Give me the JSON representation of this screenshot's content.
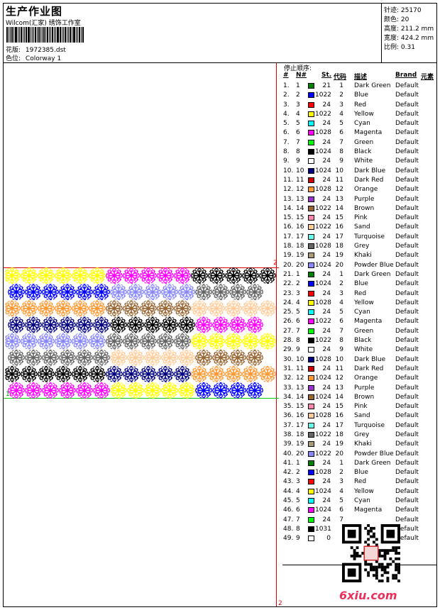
{
  "header": {
    "title": "生产作业图",
    "studio": "Wilcom(汇家) 绣饰工作室",
    "pattern_label": "花版:",
    "pattern_value": "1972385.dst",
    "colorway_label": "色位:",
    "colorway_value": "Colorway 1"
  },
  "stats": {
    "stitches_label": "针迹:",
    "stitches_value": "25170",
    "colors_label": "颜色:",
    "colors_value": "20",
    "height_label": "高度:",
    "height_value": "211.2 mm",
    "width_label": "宽度:",
    "width_value": "424.2 mm",
    "scale_label": "比例:",
    "scale_value": "0.31"
  },
  "stop_sequence": {
    "title": "停止顺序:",
    "headers": {
      "idx": "#",
      "n": "N#",
      "st": "St.",
      "code": "代码",
      "desc": "描述",
      "brand": "Brand",
      "element": "元素"
    },
    "rows": [
      {
        "idx": "1.",
        "n": "1",
        "color": "#008000",
        "st": "21",
        "code": "1",
        "desc": "Dark Green",
        "brand": "Default"
      },
      {
        "idx": "2.",
        "n": "2",
        "color": "#0000ff",
        "st": "1022",
        "code": "2",
        "desc": "Blue",
        "brand": "Default"
      },
      {
        "idx": "3.",
        "n": "3",
        "color": "#ff0000",
        "st": "24",
        "code": "3",
        "desc": "Red",
        "brand": "Default"
      },
      {
        "idx": "4.",
        "n": "4",
        "color": "#ffff00",
        "st": "1022",
        "code": "4",
        "desc": "Yellow",
        "brand": "Default"
      },
      {
        "idx": "5.",
        "n": "5",
        "color": "#00ffff",
        "st": "24",
        "code": "5",
        "desc": "Cyan",
        "brand": "Default"
      },
      {
        "idx": "6.",
        "n": "6",
        "color": "#ff00ff",
        "st": "1028",
        "code": "6",
        "desc": "Magenta",
        "brand": "Default"
      },
      {
        "idx": "7.",
        "n": "7",
        "color": "#00ff00",
        "st": "24",
        "code": "7",
        "desc": "Green",
        "brand": "Default"
      },
      {
        "idx": "8.",
        "n": "8",
        "color": "#000000",
        "st": "1024",
        "code": "8",
        "desc": "Black",
        "brand": "Default"
      },
      {
        "idx": "9.",
        "n": "9",
        "color": "#ffffff",
        "st": "24",
        "code": "9",
        "desc": "White",
        "brand": "Default"
      },
      {
        "idx": "10.",
        "n": "10",
        "color": "#000080",
        "st": "1024",
        "code": "10",
        "desc": "Dark Blue",
        "brand": "Default"
      },
      {
        "idx": "11.",
        "n": "11",
        "color": "#cc0000",
        "st": "24",
        "code": "11",
        "desc": "Dark Red",
        "brand": "Default"
      },
      {
        "idx": "12.",
        "n": "12",
        "color": "#ff9933",
        "st": "1028",
        "code": "12",
        "desc": "Orange",
        "brand": "Default"
      },
      {
        "idx": "13.",
        "n": "13",
        "color": "#9933cc",
        "st": "24",
        "code": "13",
        "desc": "Purple",
        "brand": "Default"
      },
      {
        "idx": "14.",
        "n": "14",
        "color": "#996633",
        "st": "1022",
        "code": "14",
        "desc": "Brown",
        "brand": "Default"
      },
      {
        "idx": "15.",
        "n": "15",
        "color": "#ff88aa",
        "st": "24",
        "code": "15",
        "desc": "Pink",
        "brand": "Default"
      },
      {
        "idx": "16.",
        "n": "16",
        "color": "#ffcc99",
        "st": "1022",
        "code": "16",
        "desc": "Sand",
        "brand": "Default"
      },
      {
        "idx": "17.",
        "n": "17",
        "color": "#66ffee",
        "st": "24",
        "code": "17",
        "desc": "Turquoise",
        "brand": "Default"
      },
      {
        "idx": "18.",
        "n": "18",
        "color": "#666666",
        "st": "1028",
        "code": "18",
        "desc": "Grey",
        "brand": "Default"
      },
      {
        "idx": "19.",
        "n": "19",
        "color": "#aa9977",
        "st": "24",
        "code": "19",
        "desc": "Khaki",
        "brand": "Default"
      },
      {
        "idx": "20.",
        "n": "20",
        "color": "#8888ff",
        "st": "1024",
        "code": "20",
        "desc": "Powder Blue",
        "brand": "Default"
      },
      {
        "idx": "21.",
        "n": "1",
        "color": "#008000",
        "st": "24",
        "code": "1",
        "desc": "Dark Green",
        "brand": "Default"
      },
      {
        "idx": "22.",
        "n": "2",
        "color": "#0000ff",
        "st": "1024",
        "code": "2",
        "desc": "Blue",
        "brand": "Default"
      },
      {
        "idx": "23.",
        "n": "3",
        "color": "#ff0000",
        "st": "24",
        "code": "3",
        "desc": "Red",
        "brand": "Default"
      },
      {
        "idx": "24.",
        "n": "4",
        "color": "#ffff00",
        "st": "1028",
        "code": "4",
        "desc": "Yellow",
        "brand": "Default"
      },
      {
        "idx": "25.",
        "n": "5",
        "color": "#00ffff",
        "st": "24",
        "code": "5",
        "desc": "Cyan",
        "brand": "Default"
      },
      {
        "idx": "26.",
        "n": "6",
        "color": "#ff00ff",
        "st": "1022",
        "code": "6",
        "desc": "Magenta",
        "brand": "Default"
      },
      {
        "idx": "27.",
        "n": "7",
        "color": "#00ff00",
        "st": "24",
        "code": "7",
        "desc": "Green",
        "brand": "Default"
      },
      {
        "idx": "28.",
        "n": "8",
        "color": "#000000",
        "st": "1022",
        "code": "8",
        "desc": "Black",
        "brand": "Default"
      },
      {
        "idx": "29.",
        "n": "9",
        "color": "#ffffff",
        "st": "24",
        "code": "9",
        "desc": "White",
        "brand": "Default"
      },
      {
        "idx": "30.",
        "n": "10",
        "color": "#000080",
        "st": "1028",
        "code": "10",
        "desc": "Dark Blue",
        "brand": "Default"
      },
      {
        "idx": "31.",
        "n": "11",
        "color": "#cc0000",
        "st": "24",
        "code": "11",
        "desc": "Dark Red",
        "brand": "Default"
      },
      {
        "idx": "32.",
        "n": "12",
        "color": "#ff9933",
        "st": "1024",
        "code": "12",
        "desc": "Orange",
        "brand": "Default"
      },
      {
        "idx": "33.",
        "n": "13",
        "color": "#9933cc",
        "st": "24",
        "code": "13",
        "desc": "Purple",
        "brand": "Default"
      },
      {
        "idx": "34.",
        "n": "14",
        "color": "#996633",
        "st": "1024",
        "code": "14",
        "desc": "Brown",
        "brand": "Default"
      },
      {
        "idx": "35.",
        "n": "15",
        "color": "#ff88aa",
        "st": "24",
        "code": "15",
        "desc": "Pink",
        "brand": "Default"
      },
      {
        "idx": "36.",
        "n": "16",
        "color": "#ffcc99",
        "st": "1028",
        "code": "16",
        "desc": "Sand",
        "brand": "Default"
      },
      {
        "idx": "37.",
        "n": "17",
        "color": "#66ffee",
        "st": "24",
        "code": "17",
        "desc": "Turquoise",
        "brand": "Default"
      },
      {
        "idx": "38.",
        "n": "18",
        "color": "#666666",
        "st": "1022",
        "code": "18",
        "desc": "Grey",
        "brand": "Default"
      },
      {
        "idx": "39.",
        "n": "19",
        "color": "#aa9977",
        "st": "24",
        "code": "19",
        "desc": "Khaki",
        "brand": "Default"
      },
      {
        "idx": "40.",
        "n": "20",
        "color": "#8888ff",
        "st": "1022",
        "code": "20",
        "desc": "Powder Blue",
        "brand": "Default"
      },
      {
        "idx": "41.",
        "n": "1",
        "color": "#008000",
        "st": "24",
        "code": "1",
        "desc": "Dark Green",
        "brand": "Default"
      },
      {
        "idx": "42.",
        "n": "2",
        "color": "#0000ff",
        "st": "1028",
        "code": "2",
        "desc": "Blue",
        "brand": "Default"
      },
      {
        "idx": "43.",
        "n": "3",
        "color": "#ff0000",
        "st": "24",
        "code": "3",
        "desc": "Red",
        "brand": "Default"
      },
      {
        "idx": "44.",
        "n": "4",
        "color": "#ffff00",
        "st": "1024",
        "code": "4",
        "desc": "Yellow",
        "brand": "Default"
      },
      {
        "idx": "45.",
        "n": "5",
        "color": "#00ffff",
        "st": "24",
        "code": "5",
        "desc": "Cyan",
        "brand": "Default"
      },
      {
        "idx": "46.",
        "n": "6",
        "color": "#ff00ff",
        "st": "1024",
        "code": "6",
        "desc": "Magenta",
        "brand": "Default"
      },
      {
        "idx": "47.",
        "n": "7",
        "color": "#00ff00",
        "st": "24",
        "code": "7",
        "desc": "",
        "brand": "Default"
      },
      {
        "idx": "48.",
        "n": "8",
        "color": "#000000",
        "st": "1031",
        "code": "",
        "desc": "",
        "brand": "Default"
      },
      {
        "idx": "49.",
        "n": "9",
        "color": "#ffffff",
        "st": "0",
        "code": "",
        "desc": "",
        "brand": "Default"
      }
    ]
  },
  "design_preview": {
    "marker_top": "2",
    "marker_bottom": "2",
    "marker_left": "1",
    "bands": [
      [
        "#ffff00",
        "#ff00ff",
        "#000000"
      ],
      [
        "#0000ff",
        "#8888ff",
        "#666666"
      ],
      [
        "#ff9933",
        "#996633",
        "#ffcc99"
      ],
      [
        "#000080",
        "#000000",
        "#ff00ff"
      ],
      [
        "#8888ff",
        "#666666",
        "#ffff00"
      ],
      [
        "#666666",
        "#ffcc99",
        "#996633"
      ],
      [
        "#000000",
        "#000080",
        "#ff9933"
      ],
      [
        "#ff00ff",
        "#ffff00",
        "#0000ff"
      ]
    ]
  },
  "watermark": {
    "site": "6xiu.com"
  }
}
